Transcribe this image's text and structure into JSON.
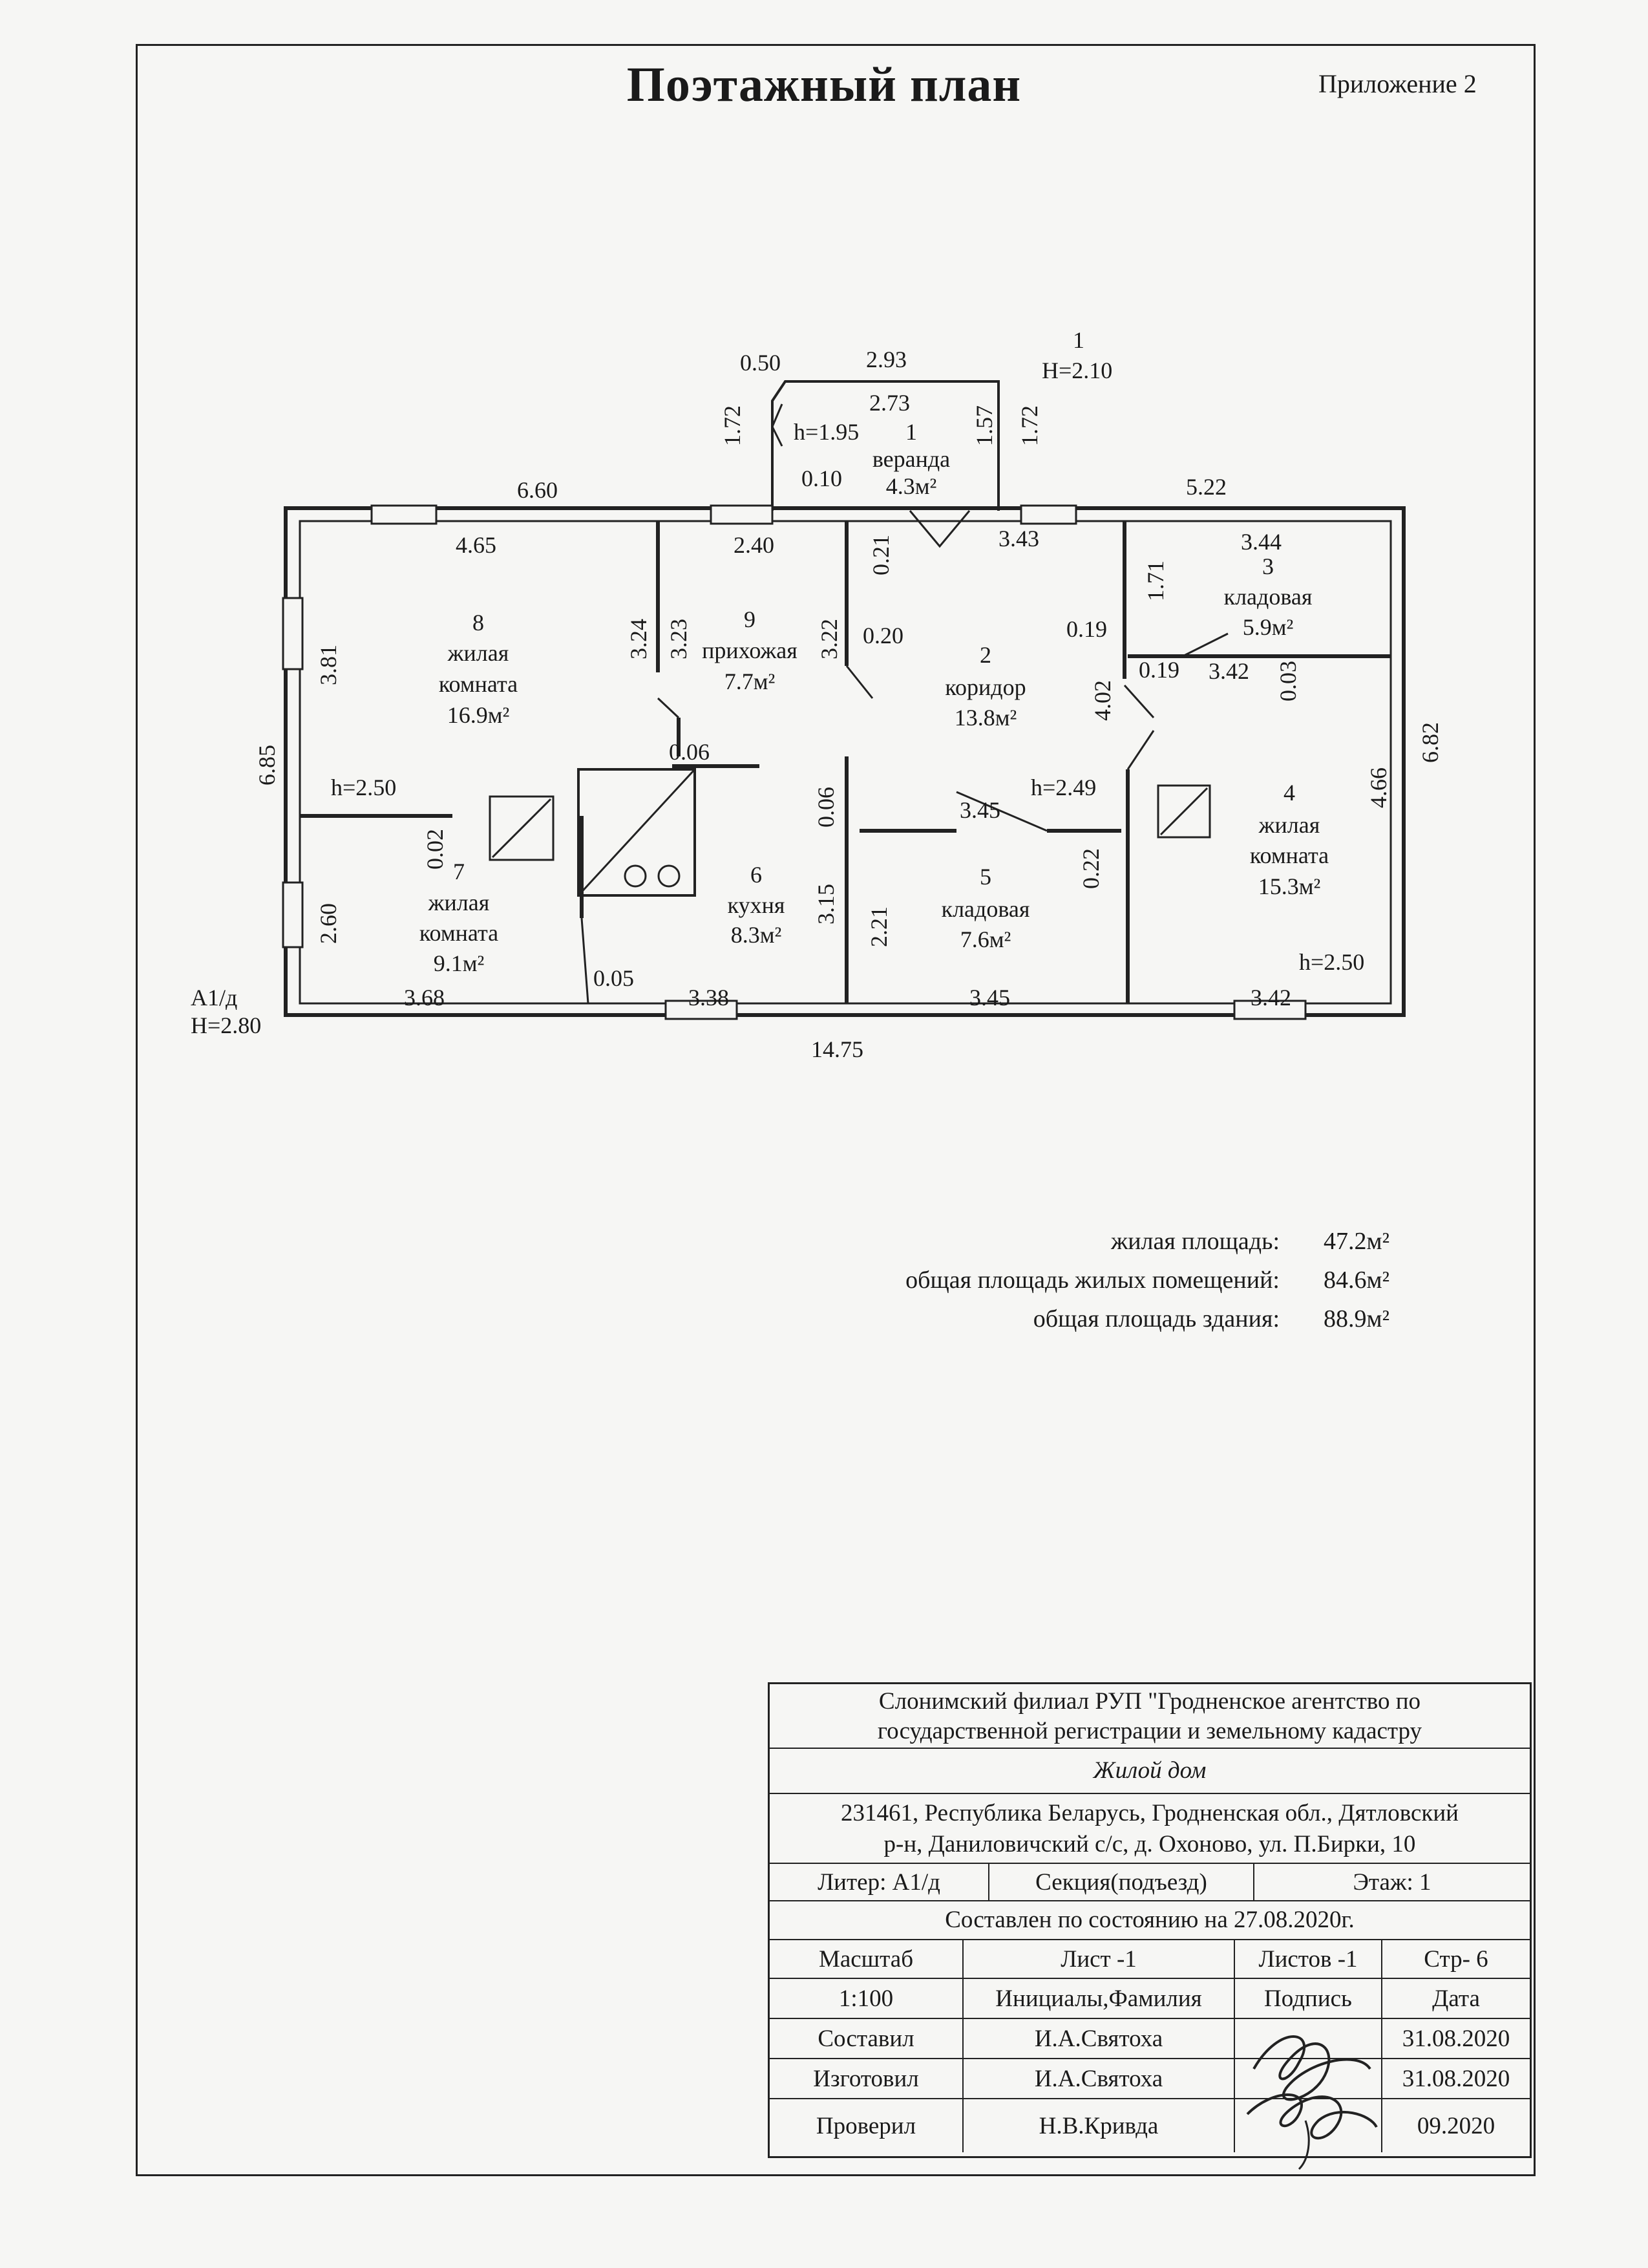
{
  "header": {
    "title": "Поэтажный план",
    "appendix": "Приложение 2"
  },
  "plan": {
    "dims": {
      "veranda_left": "0.50",
      "veranda_top_outer": "2.93",
      "veranda_top_inner": "2.73",
      "veranda_left_h": "1.72",
      "veranda_right_inner_h": "1.57",
      "veranda_right_h": "1.72",
      "veranda_step": "0.10",
      "veranda_room_h": "h=1.95",
      "left_top_outer": "6.60",
      "right_top_outer": "5.22",
      "r8_top": "4.65",
      "r9_top": "2.40",
      "r2_top": "3.43",
      "r3_top": "3.44",
      "r2_wall_top": "0.21",
      "r3_left_h": "1.71",
      "r8_right_h": "3.24",
      "r9_left_h": "3.23",
      "r9_right_h": "3.22",
      "r2_notch": "0.20",
      "r3_notch_a": "0.19",
      "r3_notch_b": "0.19",
      "r3_bottom": "3.42",
      "r3_right_small": "0.03",
      "r8_left_h": "3.81",
      "left_total": "6.85",
      "right_total": "6.82",
      "r4_right_h": "4.66",
      "r2_right_h": "4.02",
      "r6_top_notch": "0.06",
      "r6_left_small": "0.06",
      "r5_top": "3.45",
      "r5_right_small": "0.22",
      "r7_top_small": "0.02",
      "r7_left_h": "2.60",
      "r6_left_h": "3.15",
      "r5_left_h": "2.21",
      "r6_bottom_small": "0.05",
      "b_r7": "3.68",
      "b_r6": "3.38",
      "b_r5": "3.45",
      "b_r4": "3.42",
      "total_width": "14.75"
    },
    "heights": {
      "r5": "h=2.49",
      "r7": "h=2.50",
      "r4": "h=2.50"
    },
    "veranda_label": {
      "num": "1",
      "h": "H=2.10"
    },
    "building": {
      "liter": "А1/д",
      "h": "H=2.80"
    },
    "rooms": [
      {
        "num": "1",
        "name": "веранда",
        "area": "4.3м²"
      },
      {
        "num": "2",
        "name": "коридор",
        "area": "13.8м²"
      },
      {
        "num": "3",
        "name": "кладовая",
        "area": "5.9м²"
      },
      {
        "num": "4",
        "name": "жилая",
        "name2": "комната",
        "area": "15.3м²"
      },
      {
        "num": "5",
        "name": "кладовая",
        "area": "7.6м²"
      },
      {
        "num": "6",
        "name": "кухня",
        "area": "8.3м²"
      },
      {
        "num": "7",
        "name": "жилая",
        "name2": "комната",
        "area": "9.1м²"
      },
      {
        "num": "8",
        "name": "жилая",
        "name2": "комната",
        "area": "16.9м²"
      },
      {
        "num": "9",
        "name": "прихожая",
        "area": "7.7м²"
      }
    ]
  },
  "areas": [
    {
      "label": "жилая площадь:",
      "value": "47.2м²"
    },
    {
      "label": "общая площадь жилых помещений:",
      "value": "84.6м²"
    },
    {
      "label": "общая площадь здания:",
      "value": "88.9м²"
    }
  ],
  "stamp": {
    "org_line1": "Слонимский филиал РУП \"Гродненское агентство по",
    "org_line2": "государственной регистрации и земельному кадастру",
    "object": "Жилой дом",
    "address_line1": "231461, Республика Беларусь, Гродненская обл., Дятловский",
    "address_line2": "р-н, Даниловичский с/с, д. Охоново, ул. П.Бирки, 10",
    "liter": "Литер:  А1/д",
    "section": "Секция(подъезд)",
    "floor": "Этаж: 1",
    "state": "Составлен по состоянию на 27.08.2020г.",
    "scale_h": "Масштаб",
    "sheet_h": "Лист -1",
    "sheets_h": "Листов -1",
    "page_h": "Стр- 6",
    "scale": "1:100",
    "initials_h": "Инициалы,Фамилия",
    "sign_h": "Подпись",
    "date_h": "Дата",
    "rows": [
      {
        "role": "Составил",
        "name": "И.А.Святоха",
        "date": "31.08.2020"
      },
      {
        "role": "Изготовил",
        "name": "И.А.Святоха",
        "date": "31.08.2020"
      },
      {
        "role": "Проверил",
        "name": "Н.В.Кривда",
        "date": "09.2020"
      }
    ]
  }
}
